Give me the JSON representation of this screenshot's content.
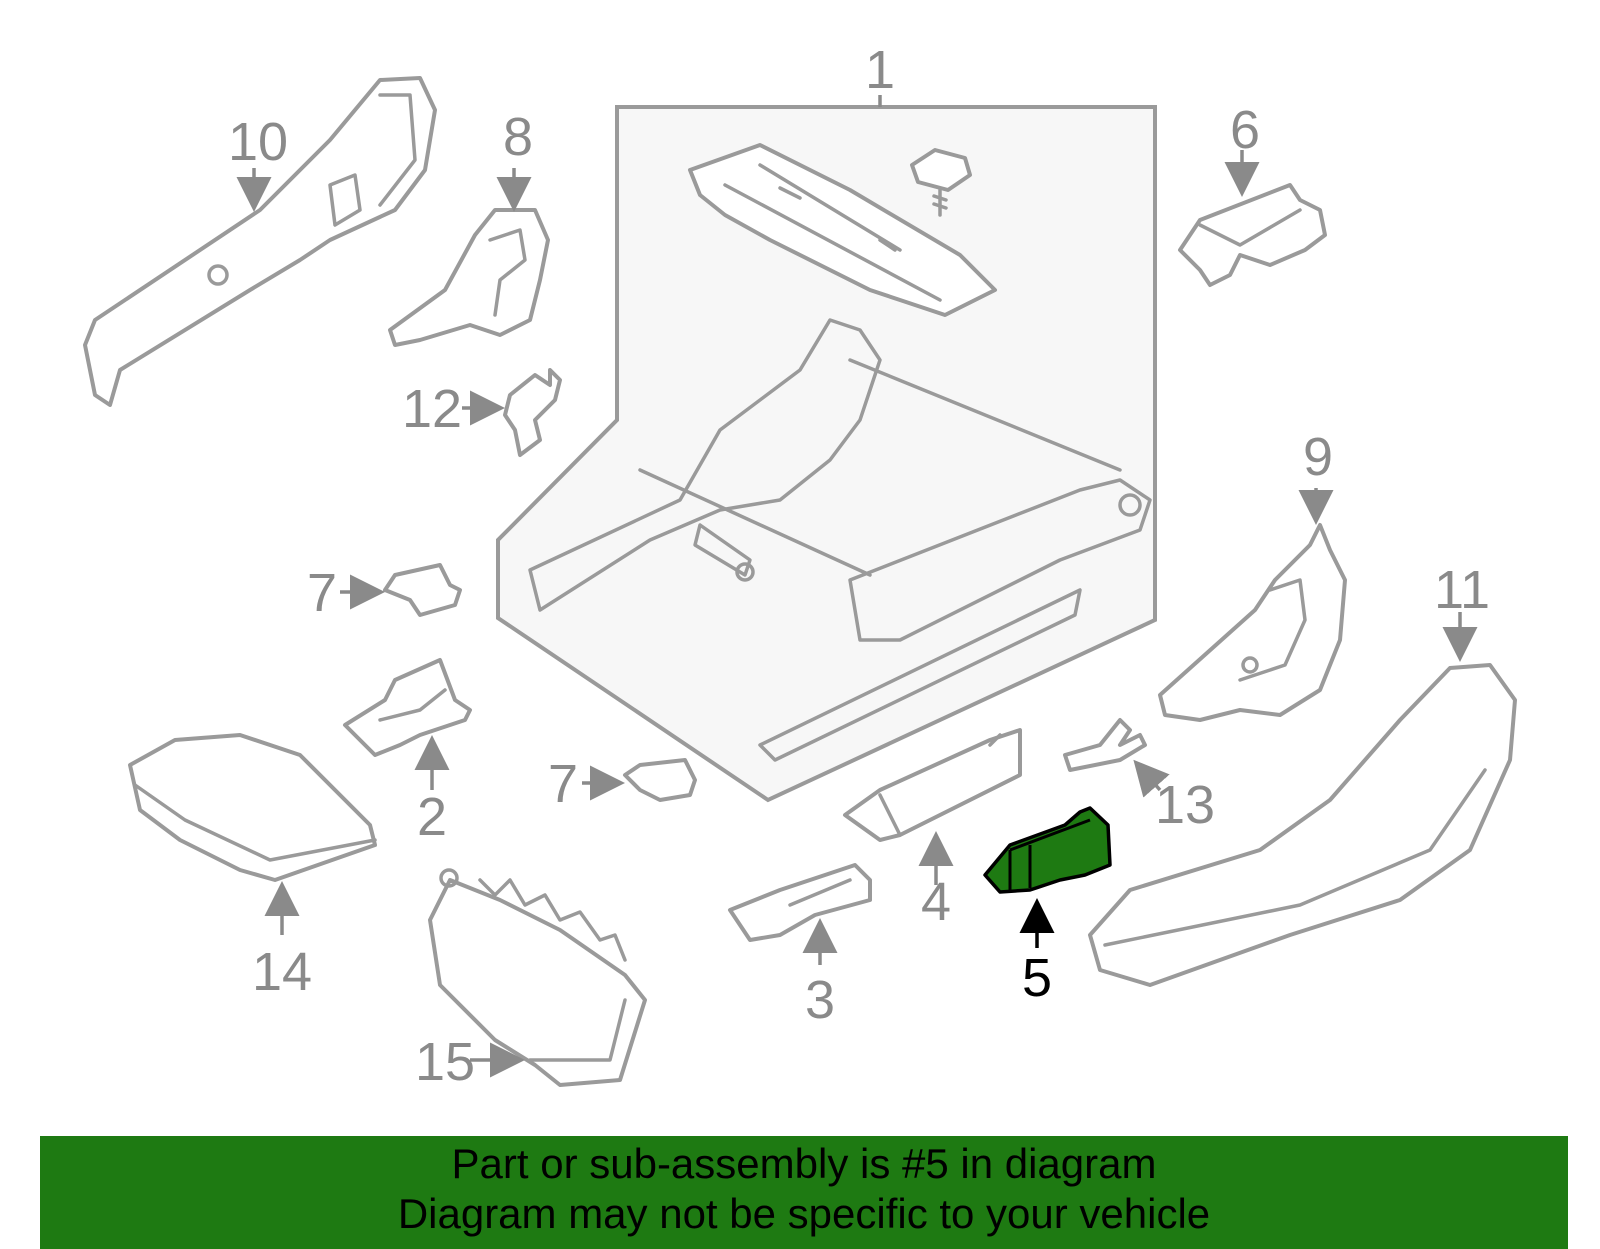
{
  "callouts": {
    "c1": "1",
    "c2": "2",
    "c3": "3",
    "c4": "4",
    "c5": "5",
    "c6": "6",
    "c7a": "7",
    "c7b": "7",
    "c8": "8",
    "c9": "9",
    "c10": "10",
    "c11": "11",
    "c12": "12",
    "c13": "13",
    "c14": "14",
    "c15": "15"
  },
  "highlighted_part": "5",
  "colors": {
    "highlight": "#1e7a12",
    "line": "#9a9a9a",
    "label": "#8a8a8a",
    "assembly_box": "#f7f7f7"
  },
  "banner": {
    "line1": "Part or sub-assembly is #5 in diagram",
    "line2": "Diagram may not be specific to your vehicle"
  }
}
